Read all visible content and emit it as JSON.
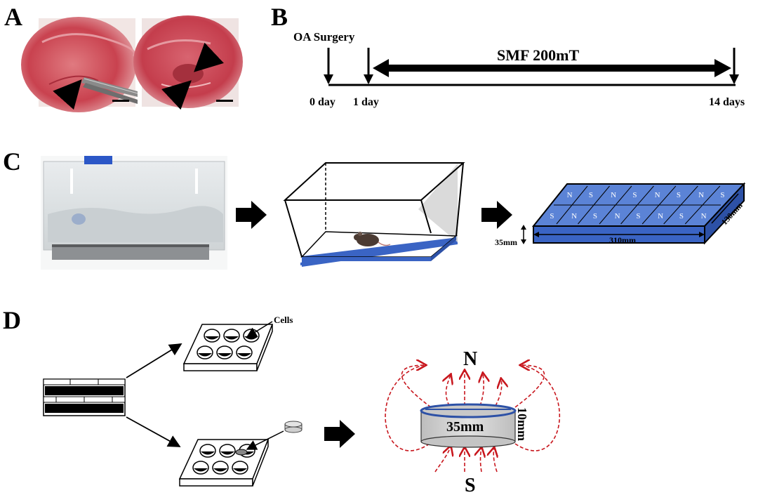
{
  "panels": {
    "a": "A",
    "b": "B",
    "c": "C",
    "d": "D"
  },
  "timeline": {
    "surgery": "OA Surgery",
    "treatment": "SMF  200mT",
    "day0": "0 day",
    "day1": "1 day",
    "day14": "14 days"
  },
  "magnet_plate": {
    "poles_row1": [
      "N",
      "S",
      "N",
      "S",
      "N",
      "S",
      "N",
      "S"
    ],
    "poles_row2": [
      "S",
      "N",
      "S",
      "N",
      "S",
      "N",
      "S",
      "N"
    ],
    "height": "35mm",
    "length": "310mm",
    "width": "130mm"
  },
  "cells_label": "Cells",
  "magnet": {
    "diameter": "35mm",
    "height": "10mm",
    "north": "N",
    "south": "S"
  },
  "colors": {
    "plate_blue": "#3a64c4",
    "plate_top": "#5b83d6",
    "field_lines": "#c8161d",
    "tissue": "#c9424f"
  }
}
